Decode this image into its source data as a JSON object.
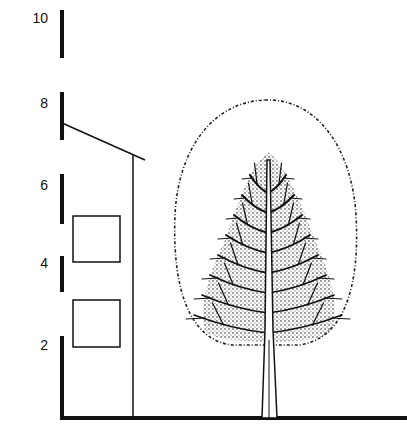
{
  "diagram": {
    "labels": [
      "10",
      "8",
      "6",
      "4",
      "2"
    ]
  }
}
